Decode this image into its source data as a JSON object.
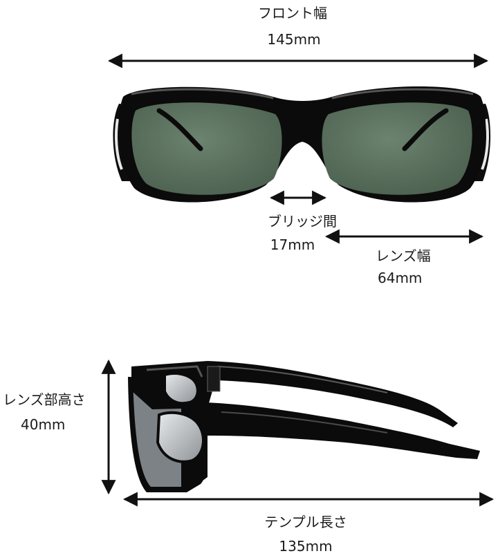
{
  "colors": {
    "text": "#1a1a1a",
    "frame": "#0b0b0b",
    "frame_highlight": "#4a4a4a",
    "lens": "#59705c",
    "lens_side": "#9ea3a6",
    "arrow": "#111111"
  },
  "measurements": {
    "front_width": {
      "label": "フロント幅",
      "value": "145mm"
    },
    "bridge": {
      "label": "ブリッジ間",
      "value": "17mm"
    },
    "lens_width": {
      "label": "レンズ幅",
      "value": "64mm"
    },
    "lens_height": {
      "label": "レンズ部高さ",
      "value": "40mm"
    },
    "temple_length": {
      "label": "テンプル長さ",
      "value": "135mm"
    }
  }
}
